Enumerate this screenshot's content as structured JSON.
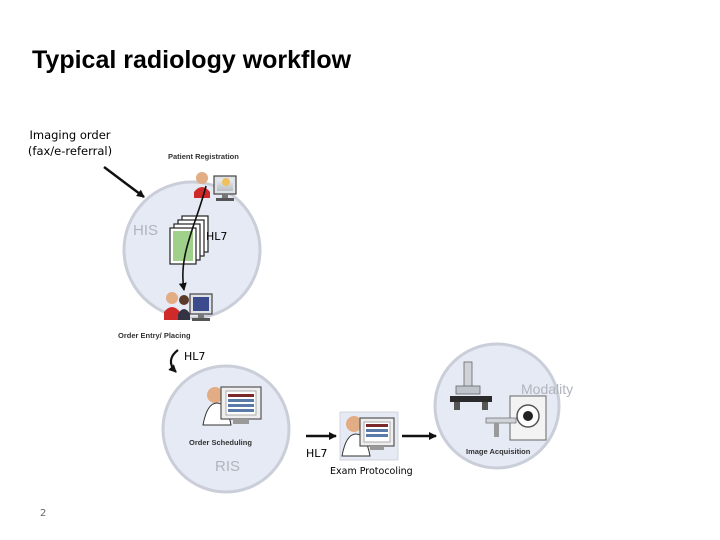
{
  "title": "Typical radiology workflow",
  "imaging_order": {
    "line1": "Imaging order",
    "line2": "(fax/e-referral)"
  },
  "his": {
    "system_label": "HIS",
    "patient_registration": "Patient Registration",
    "order_entry": "Order Entry/ Placing"
  },
  "ris": {
    "system_label": "RIS",
    "order_scheduling": "Order Scheduling"
  },
  "modality": {
    "system_label": "Modality",
    "image_acquisition": "Image Acquisition"
  },
  "exam_protocoling": "Exam Protocoling",
  "hl7_labels": {
    "his_internal": "HL7",
    "his_to_ris": "HL7",
    "ris_to_protocol": "HL7"
  },
  "page_number": "2",
  "colors": {
    "circle_fill": "#e6eaf4",
    "circle_stroke": "#c9ced8",
    "arrow": "#111111",
    "system_label": "#b0b4bc"
  },
  "icons": [
    "person-at-computer-icon",
    "document-stack-icon",
    "x-ray-machine-icon",
    "ct-scanner-icon"
  ]
}
